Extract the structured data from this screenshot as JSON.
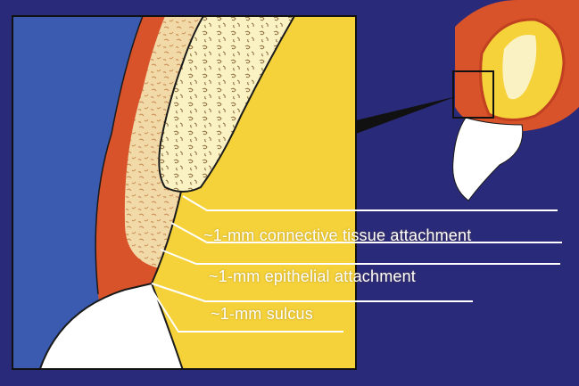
{
  "labels": {
    "connective_tissue": "~1-mm connective tissue attachment",
    "epithelial": "~1-mm epithelial attachment",
    "sulcus": "~1-mm sulcus"
  },
  "colors": {
    "background": "#2a2a7a",
    "panel_blue": "#3a5bb0",
    "gingiva": "#d8522a",
    "dentin": "#f5d23a",
    "bone": "#f2d9a8",
    "pulp": "#fbf2c4",
    "enamel": "#ffffff"
  }
}
